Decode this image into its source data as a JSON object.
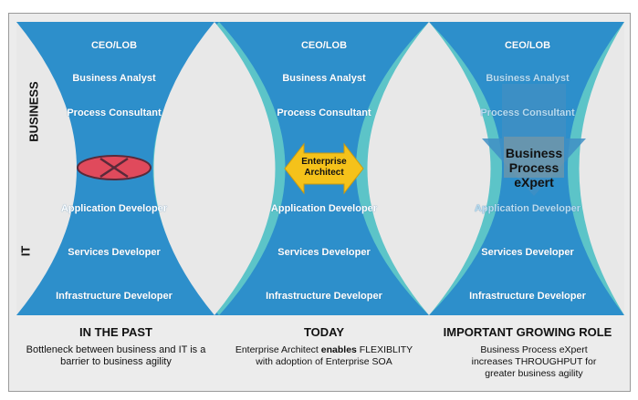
{
  "side_labels": {
    "business": "BUSINESS",
    "it": "IT"
  },
  "roles": {
    "ceo": "CEO/LOB",
    "analyst": "Business Analyst",
    "process": "Process Consultant",
    "app": "Application Developer",
    "services": "Services Developer",
    "infra": "Infrastructure Developer"
  },
  "panels": [
    {
      "title": "IN THE PAST",
      "description": "Bottleneck between business and IT is a barrier to business agility"
    },
    {
      "title": "TODAY",
      "description_pre": "Enterprise Architect ",
      "description_bold": "enables",
      "description_post": " FLEXIBLITY with adoption of Enterprise SOA",
      "badge": "Enterprise Architect"
    },
    {
      "title": "IMPORTANT GROWING ROLE",
      "description": "Business Process eXpert increases THROUGHPUT for greater business agility",
      "badge": "Business Process eXpert"
    }
  ],
  "colors": {
    "blue": "#2d8fcb",
    "teal": "#5cc4c8",
    "gray": "#e6e6e6",
    "yellow": "#f5c21a",
    "red": "#e04a5c"
  }
}
